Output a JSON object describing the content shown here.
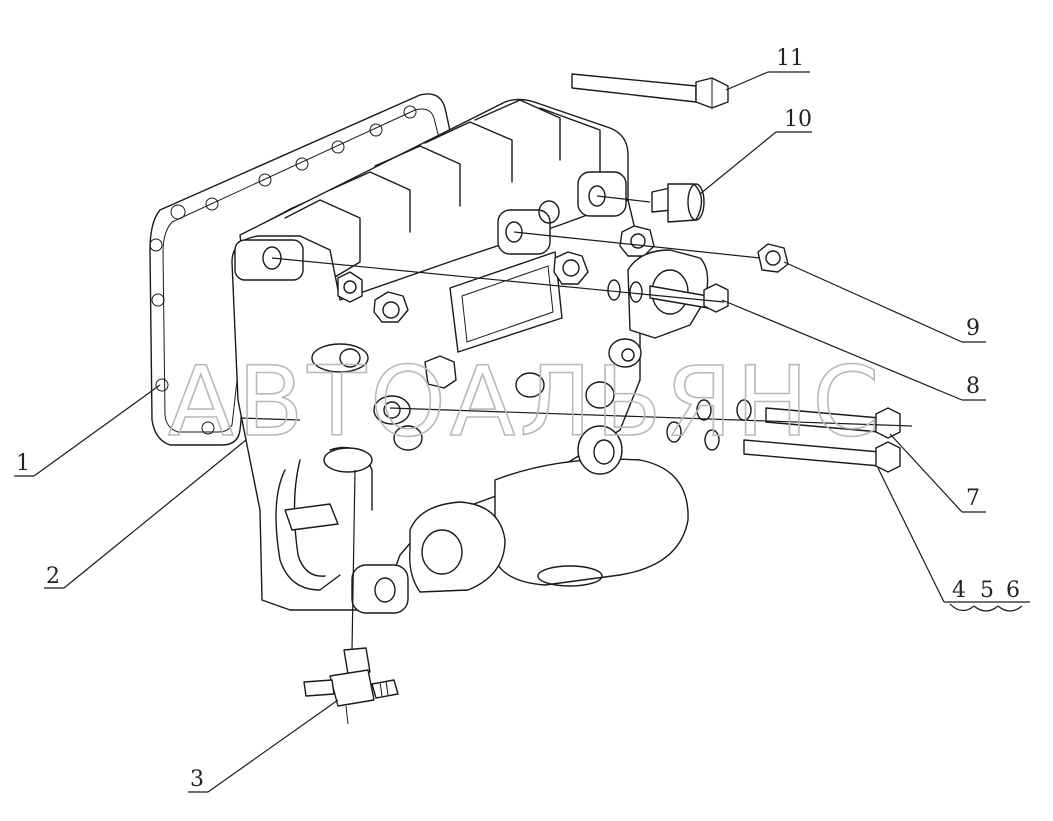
{
  "watermark": "АВТОАЛЬЯНС",
  "callouts": {
    "c1": "1",
    "c2": "2",
    "c3": "3",
    "c4": "4",
    "c5": "5",
    "c6": "6",
    "c7": "7",
    "c8": "8",
    "c9": "9",
    "c10": "10",
    "c11": "11"
  }
}
